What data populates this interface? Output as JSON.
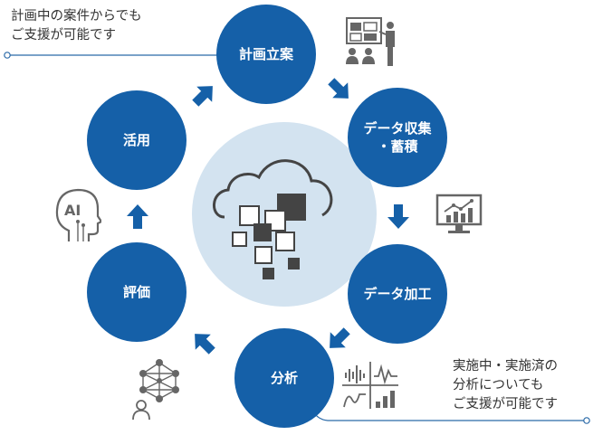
{
  "notes": {
    "top_left": "計画中の案件からでも\nご支援が可能です",
    "bottom_right": "実施中・実施済の\n分析についても\nご支援が可能です"
  },
  "cycle": {
    "planning": "計画立案",
    "collection": "データ収集\n・蓄積",
    "processing": "データ加工",
    "analysis": "分析",
    "evaluation": "評価",
    "utilization": "活用"
  },
  "icons": {
    "ai_label": "AI",
    "planning": "presentation-icon",
    "collection": "monitor-chart-icon",
    "analysis": "signal-chart-icon",
    "evaluation": "network-person-icon",
    "utilization": "ai-head-icon",
    "center": "cloud-data-icon"
  },
  "colors": {
    "node": "#1560a8",
    "center_disc": "#d3e3f0",
    "icon": "#666666",
    "dark_square": "#444444",
    "connector": "#2b6aa8"
  }
}
